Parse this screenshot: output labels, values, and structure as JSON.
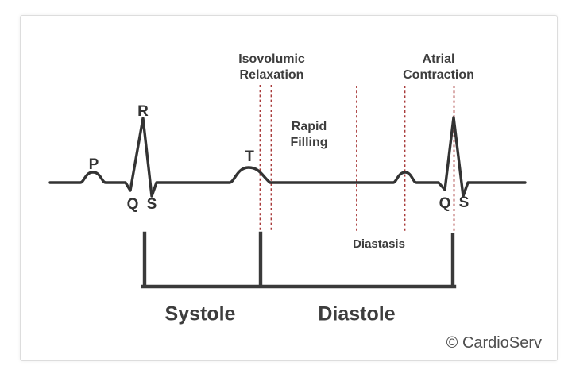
{
  "ecg": {
    "wave_labels": {
      "p": "P",
      "r": "R",
      "q1": "Q",
      "s1": "S",
      "t": "T",
      "q2": "Q",
      "s2": "S"
    }
  },
  "annotations": {
    "isovolumic_relaxation": {
      "line1": "Isovolumic",
      "line2": "Relaxation"
    },
    "rapid_filling": {
      "line1": "Rapid",
      "line2": "Filling"
    },
    "atrial_contraction": {
      "line1": "Atrial",
      "line2": "Contraction"
    },
    "diastasis": "Diastasis"
  },
  "phases": {
    "systole": "Systole",
    "diastole": "Diastole"
  },
  "footer": {
    "copyright": "© CardioServ"
  },
  "colors": {
    "trace": "#333333",
    "phase_line": "#a83a3a",
    "bracket": "#3a3a3a",
    "label_text": "#3d3d3d",
    "copyright_text": "#4f4f4f",
    "card_border": "#dddddd",
    "background": "#ffffff"
  }
}
